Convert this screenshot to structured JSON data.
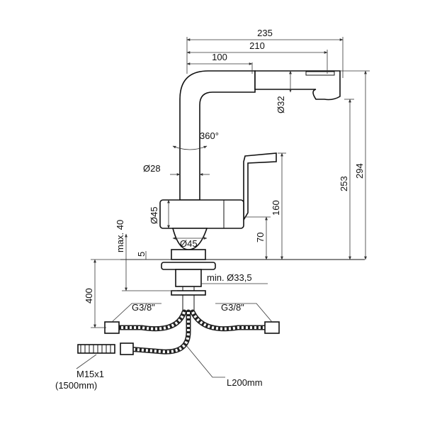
{
  "dimensions": {
    "d235": "235",
    "d210": "210",
    "d100": "100",
    "d32": "Ø32",
    "rot": "360°",
    "d28": "Ø28",
    "d45a": "Ø45",
    "d45b": "Ø45",
    "d294": "294",
    "d253": "253",
    "d160": "160",
    "d70": "70",
    "max40": "max. 40",
    "d5": "5",
    "min335": "min. Ø33,5",
    "d400": "400",
    "g38_left": "G3/8\"",
    "g38_right": "G3/8\"",
    "m15": "M15x1",
    "len1500": "(1500mm)",
    "l200": "L200mm"
  }
}
